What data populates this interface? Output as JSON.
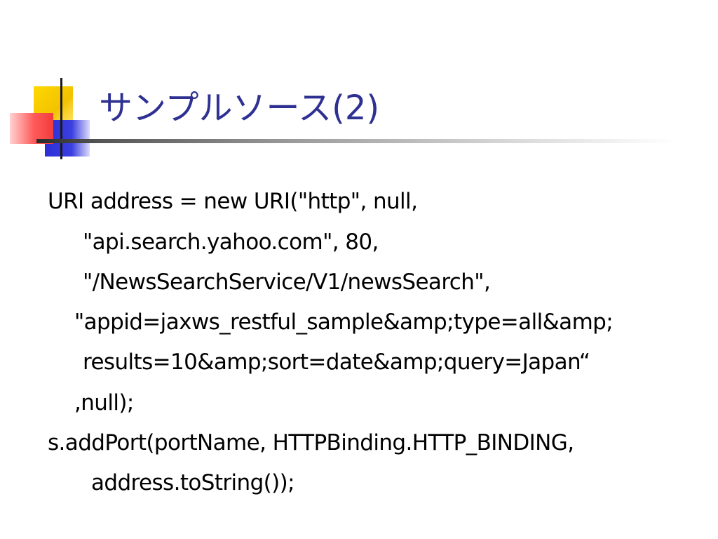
{
  "slide": {
    "title": "サンプルソース(2)",
    "code_lines": [
      "URI address = new URI(\"http\", null,",
      "\"api.search.yahoo.com\", 80,",
      "\"/NewsSearchService/V1/newsSearch\",",
      "\"appid=jaxws_restful_sample&amp;type=all&amp;",
      "results=10&amp;sort=date&amp;query=Japan“",
      ",null);",
      "s.addPort(portName, HTTPBinding.HTTP_BINDING,",
      "address.toString());"
    ]
  },
  "colors": {
    "title": "#2e3192",
    "accent_yellow": "#ffd800",
    "accent_blue": "#2b2fd6",
    "accent_red": "#f23c3c"
  }
}
